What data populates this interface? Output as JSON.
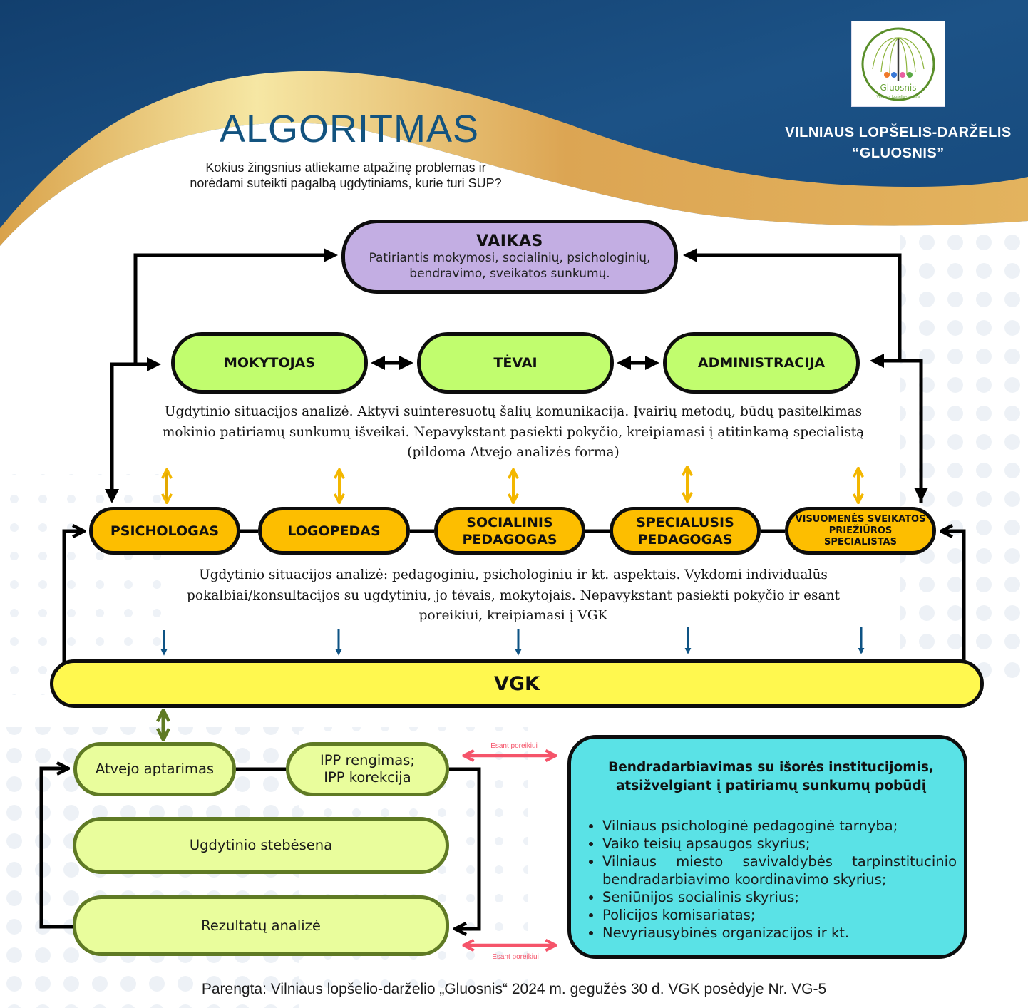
{
  "header": {
    "title": "ALGORITMAS",
    "subtitle_line1": "Kokius žingsnius atliekame atpažinę problemas ir",
    "subtitle_line2": "norėdami suteikti pagalbą ugdytiniams, kurie turi SUP?",
    "school_line1": "VILNIAUS LOPŠELIS-DARŽELIS",
    "school_line2": "“GLUOSNIS”",
    "logo": {
      "icon": "willow-tree-logo",
      "text": "Gluosnis",
      "subtext": "Vilniaus lopšelis-darželis"
    }
  },
  "colors": {
    "header_bg": "#1b4f85",
    "gold_wave": "#e2b15a",
    "title": "#13537f",
    "vaikas": "#c3aee3",
    "green_nodes": "#c1fd6e",
    "specialist_nodes": "#fdbe00",
    "vgk": "#fff84f",
    "process_nodes": "#e9fd9c",
    "process_border": "#5f7a24",
    "institutions": "#5ae2e6",
    "esant_arrow": "#f5546a",
    "blue_arrow": "#0e5384",
    "yellow_arrow": "#f3b700"
  },
  "vaikas": {
    "title": "VAIKAS",
    "desc_line1": "Patiriantis mokymosi, socialinių, psichologinių,",
    "desc_line2": "bendravimo, sveikatos sunkumų."
  },
  "stakeholders": [
    "MOKYTOJAS",
    "TĖVAI",
    "ADMINISTRACIJA"
  ],
  "analysis1": {
    "line1": "Ugdytinio situacijos analizė. Aktyvi suinteresuotų šalių komunikacija. Įvairių metodų, būdų pasitelkimas",
    "line2": "mokinio patiriamų sunkumų išveikai. Nepavykstant pasiekti pokyčio, kreipiamasi į atitinkamą specialistą",
    "line3": "(pildoma Atvejo analizės forma)"
  },
  "specialists": [
    {
      "line1": "PSICHOLOGAS",
      "line2": "",
      "line3": ""
    },
    {
      "line1": "LOGOPEDAS",
      "line2": "",
      "line3": ""
    },
    {
      "line1": "SOCIALINIS",
      "line2": "PEDAGOGAS",
      "line3": ""
    },
    {
      "line1": "SPECIALUSIS",
      "line2": "PEDAGOGAS",
      "line3": ""
    },
    {
      "line1": "VISUOMENĖS SVEIKATOS",
      "line2": "PRIEŽIŪROS",
      "line3": "SPECIALISTAS"
    }
  ],
  "analysis2": {
    "line1": "Ugdytinio situacijos analizė: pedagoginiu, psichologiniu ir kt. aspektais. Vykdomi individualūs",
    "line2": "pokalbiai/konsultacijos su ugdytiniu, jo tėvais, mokytojais. Nepavykstant pasiekti pokyčio ir esant",
    "line3": "poreikiui, kreipiamasi į VGK"
  },
  "vgk": {
    "label": "VGK"
  },
  "process": {
    "atvejo": "Atvejo aptarimas",
    "ipp_line1": "IPP rengimas;",
    "ipp_line2": "IPP korekcija",
    "stebesena": "Ugdytinio stebėsena",
    "rezultatu": "Rezultatų analizė",
    "esant_top": "Esant poreikiui",
    "esant_bottom": "Esant poreikiui"
  },
  "institutions": {
    "heading_line1": "Bendradarbiavimas su išorės institucijomis,",
    "heading_line2": "atsižvelgiant į patiriamų sunkumų pobūdį",
    "items": [
      "Vilniaus psichologinė pedagoginė tarnyba;",
      "Vaiko teisių apsaugos skyrius;",
      "Vilniaus miesto savivaldybės tarpinstitucinio bendradarbiavimo koordinavimo skyrius;",
      "Seniūnijos socialinis skyrius;",
      "Policijos komisariatas;",
      "Nevyriausybinės organizacijos ir kt."
    ]
  },
  "footer": {
    "text": "Parengta: Vilniaus lopšelio-darželio „Gluosnis“ 2024 m. gegužės 30 d. VGK posėdyje Nr. VG-5"
  }
}
